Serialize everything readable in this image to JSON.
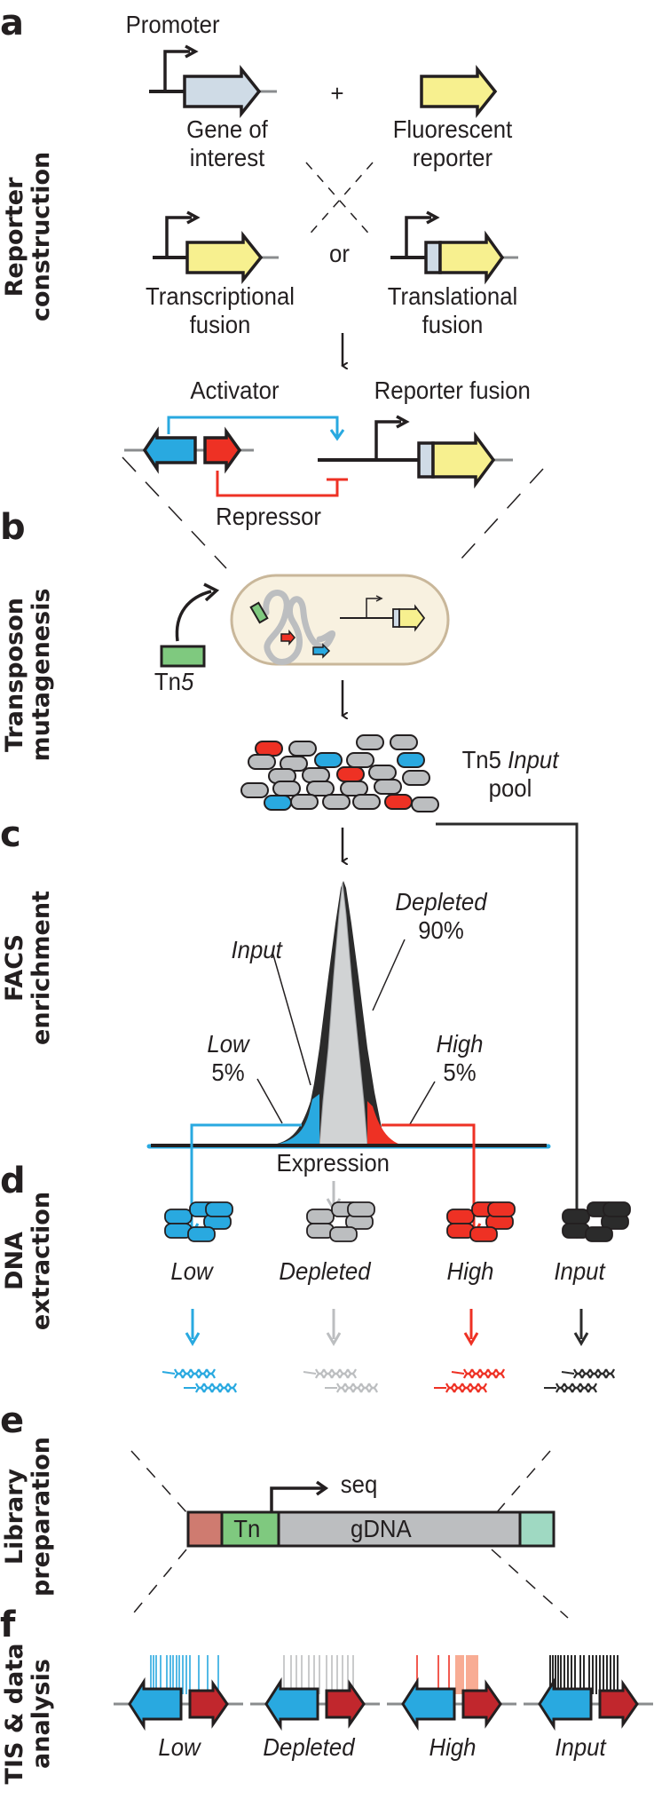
{
  "figure": {
    "panels": [
      {
        "letter": "a",
        "side_title": [
          "Reporter",
          "construction"
        ]
      },
      {
        "letter": "b",
        "side_title": [
          "Transposon",
          "mutagenesis"
        ]
      },
      {
        "letter": "c",
        "side_title": [
          "FACS",
          "enrichment"
        ]
      },
      {
        "letter": "d",
        "side_title": [
          "DNA",
          "extraction"
        ]
      },
      {
        "letter": "e",
        "side_title": [
          "Library",
          "preparation"
        ]
      },
      {
        "letter": "f",
        "side_title": [
          "TIS & data",
          "analysis"
        ]
      }
    ],
    "panel_a": {
      "promoter": "Promoter",
      "plus": "+",
      "gene_of_interest": [
        "Gene of",
        "interest"
      ],
      "fluorescent_reporter": [
        "Fluorescent",
        "reporter"
      ],
      "or": "or",
      "transcriptional_fusion": [
        "Transcriptional",
        "fusion"
      ],
      "translational_fusion": [
        "Translational",
        "fusion"
      ],
      "activator": "Activator",
      "reporter_fusion": "Reporter fusion",
      "repressor": "Repressor"
    },
    "panel_b": {
      "tn5_prefix": "Tn",
      "tn5_suffix": "5",
      "pool_prefix": "Tn5 ",
      "pool_italic": "Input",
      "pool_suffix": "pool"
    },
    "panel_c": {
      "input": "Input",
      "depleted": "Depleted",
      "depleted_pct": "90%",
      "low": "Low",
      "low_pct": "5%",
      "high": "High",
      "high_pct": "5%",
      "axis": "Expression"
    },
    "groups": [
      {
        "label": "Low",
        "color": "#29a9e0"
      },
      {
        "label": "Depleted",
        "color": "#bcbec0"
      },
      {
        "label": "High",
        "color": "#ee3124"
      },
      {
        "label": "Input",
        "color": "#2b2b2b"
      }
    ],
    "panel_e": {
      "seq": "seq",
      "tn": "Tn",
      "gdna": "gDNA"
    },
    "colors": {
      "activator_blue": "#29a9e0",
      "repressor_red": "#ee3124",
      "gene_red_dark": "#c1272d",
      "reporter_yellow": "#f7f08f",
      "gene_grey_blue": "#cfdbe6",
      "tn_green": "#7fc97f",
      "cell_beige": "#f8f1e0",
      "adapter_left": "#cf7b70",
      "adapter_right": "#9fd9c2",
      "gdna_grey": "#bcbec0"
    }
  }
}
